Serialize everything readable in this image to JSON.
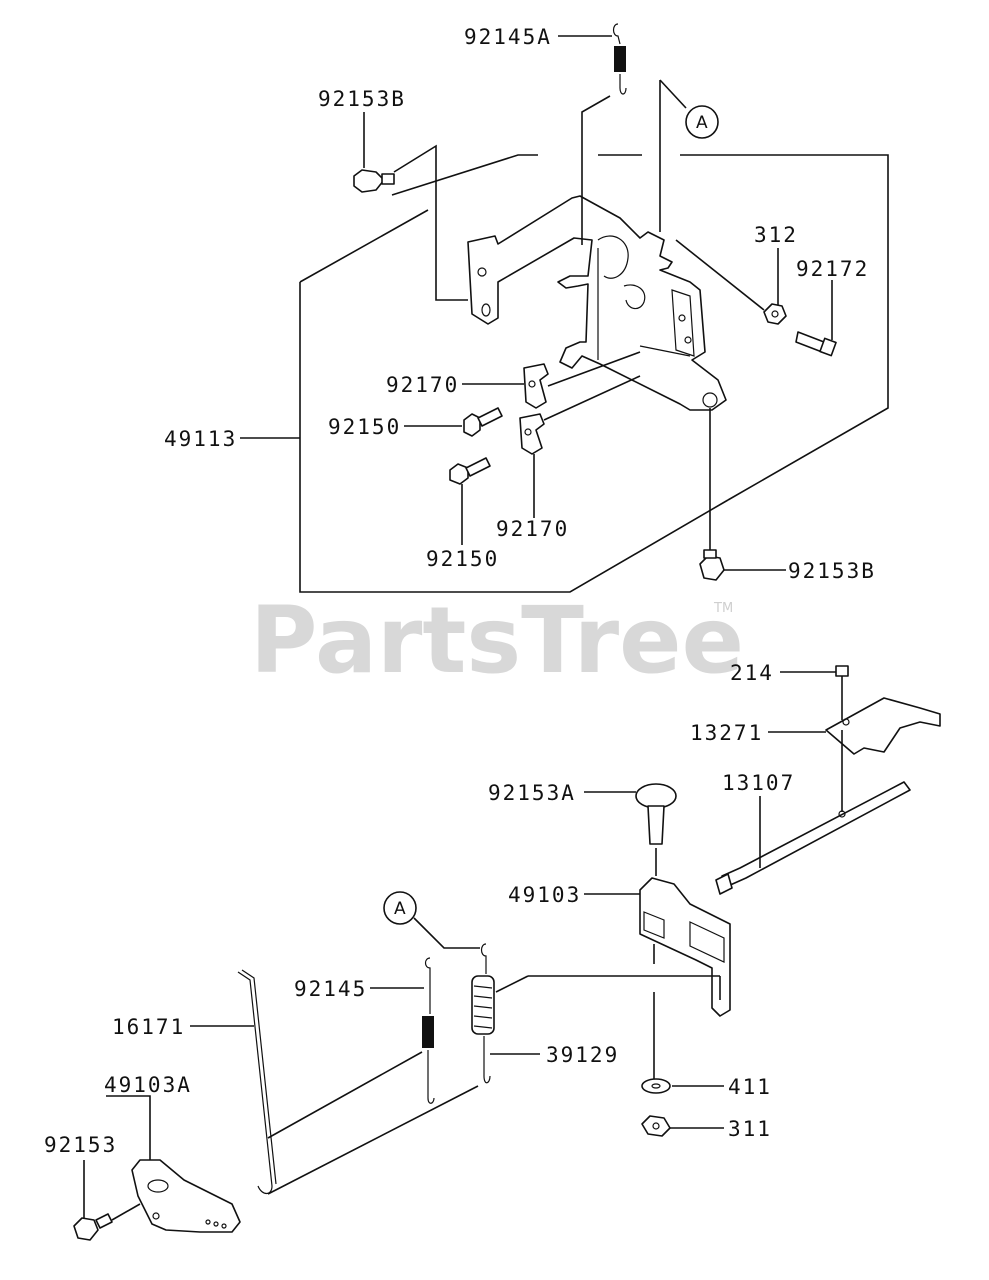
{
  "watermark": {
    "text": "PartsTree",
    "tm": "TM"
  },
  "ref_marker": "A",
  "parts": {
    "p92145A": "92145A",
    "p92153B_top": "92153B",
    "p312": "312",
    "p92172": "92172",
    "p92170_a": "92170",
    "p92150_a": "92150",
    "p49113": "49113",
    "p92170_b": "92170",
    "p92150_b": "92150",
    "p92153B_bot": "92153B",
    "p214": "214",
    "p13271": "13271",
    "p13107": "13107",
    "p92153A": "92153A",
    "p49103": "49103",
    "p92145": "92145",
    "p16171": "16171",
    "p39129": "39129",
    "p49103A": "49103A",
    "p411": "411",
    "p92153": "92153",
    "p311": "311"
  }
}
